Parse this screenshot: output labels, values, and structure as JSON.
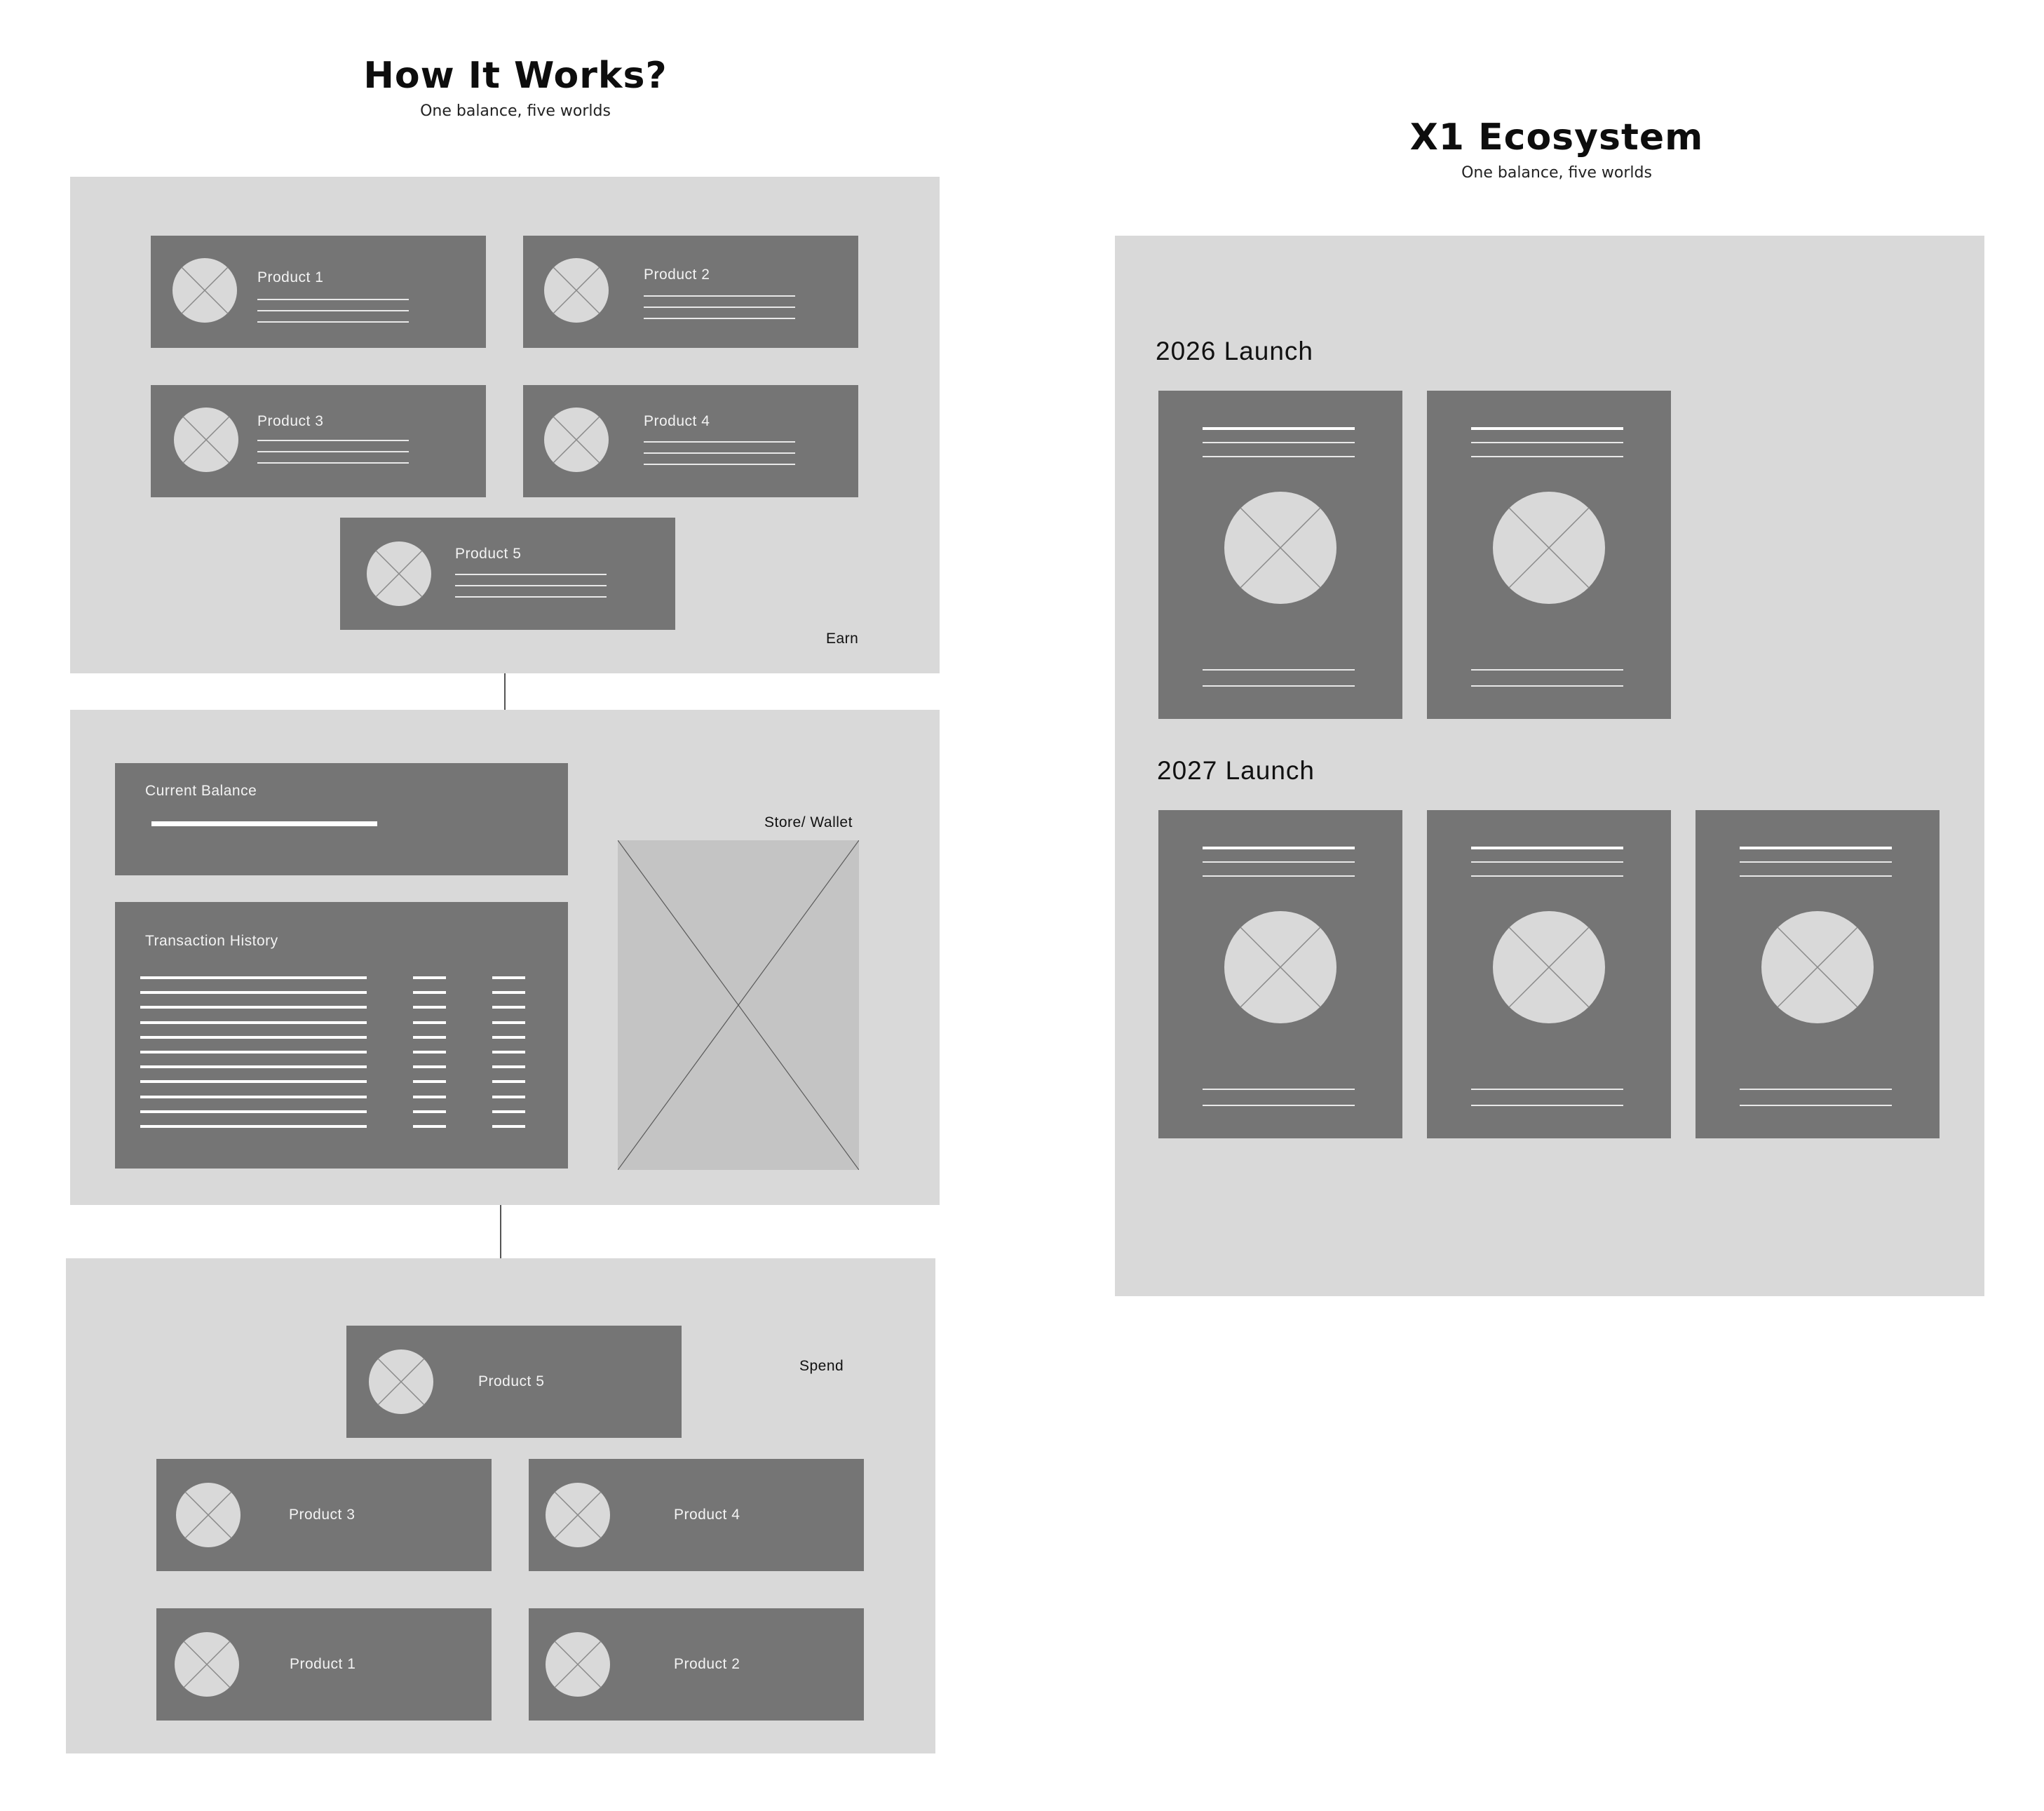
{
  "left": {
    "title": "How It Works?",
    "subtitle": "One balance, five worlds",
    "earn": {
      "tag": "Earn",
      "products": [
        "Product 1",
        "Product 2",
        "Product 3",
        "Product 4",
        "Product 5"
      ]
    },
    "wallet": {
      "current_balance_label": "Current Balance",
      "transaction_history_label": "Transaction History",
      "store_wallet_label": "Store/ Wallet"
    },
    "spend": {
      "tag": "Spend",
      "products": [
        "Product 5",
        "Product 3",
        "Product 4",
        "Product 1",
        "Product 2"
      ]
    }
  },
  "right": {
    "title": "X1 Ecosystem",
    "subtitle": "One balance, five worlds",
    "groups": [
      {
        "title": "2026 Launch",
        "card_count": 2
      },
      {
        "title": "2027 Launch",
        "card_count": 3
      }
    ]
  },
  "colors": {
    "section_bg": "#d9d9d9",
    "card_bg": "#757575",
    "placeholder_bg": "#c4c4c4",
    "connector": "#555555"
  }
}
